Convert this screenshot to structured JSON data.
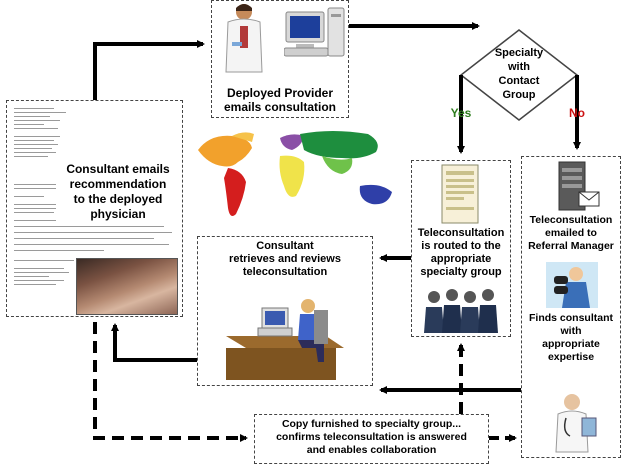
{
  "nodes": {
    "deployed_provider": "Deployed Provider\nemails consultation",
    "decision": "Specialty\nwith\nContact\nGroup",
    "yes": "Yes",
    "no": "No",
    "consultant_emails": "Consultant emails\nrecommendation\nto the deployed\nphysician",
    "consultant_reviews": "Consultant\nretrieves and reviews\nteleconsultation",
    "routed": "Teleconsultation\nis routed to the\nappropriate\nspecialty group",
    "emailed_manager": "Teleconsultation\nemailed to\nReferral Manager",
    "finds_consultant": "Finds consultant\nwith\nappropriate\nexpertise",
    "copy_furnished": "Copy furnished to specialty group...\nconfirms teleconsultation is answered\nand enables collaboration"
  },
  "colors": {
    "yes": "#2e7d1e",
    "no": "#cc1111",
    "arrow": "#000000"
  },
  "icons": [
    "doctor-icon",
    "computer-icon",
    "world-map-icon",
    "document-icon",
    "server-mail-icon",
    "binoculars-icon",
    "group-icon",
    "workstation-icon",
    "physician-icon",
    "email-document-icon"
  ]
}
